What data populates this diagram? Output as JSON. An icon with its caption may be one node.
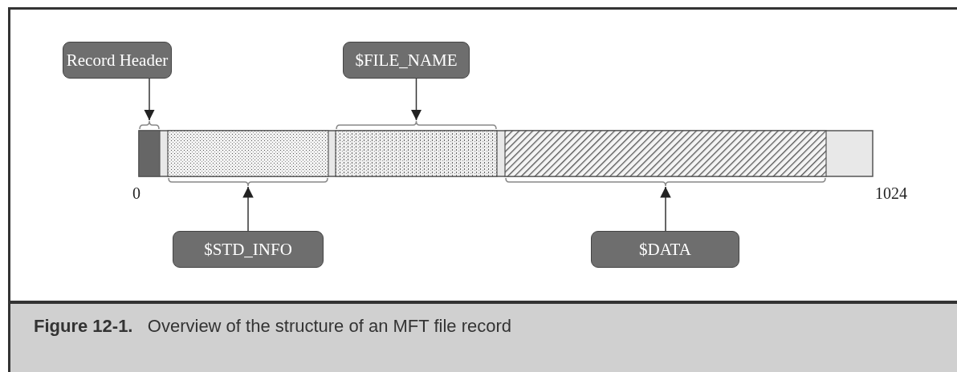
{
  "diagram": {
    "caption": "**Figure 12-1.**   Overview of the structure of an MFT file record",
    "nodes": [
      {
        "text": [
          "Record Header"
        ]
      },
      {
        "text": [
          "$FILE_NAME"
        ]
      },
      {
        "text": [],
        "shape": "bar"
      },
      {
        "text": [],
        "shape": "bar"
      },
      {
        "text": [],
        "shape": "bar"
      },
      {
        "text": [],
        "shape": "bar"
      },
      {
        "text": [
          "$STD_INFO"
        ]
      },
      {
        "text": [
          "$DATA"
        ]
      }
    ],
    "edges": [
      {
        "from": 0,
        "to": 2,
        "arrow": "to"
      },
      {
        "from": 1,
        "to": 4,
        "arrow": "to"
      },
      {
        "from": 6,
        "to": 3,
        "arrow": "to"
      },
      {
        "from": 7,
        "to": 5,
        "arrow": "to"
      }
    ],
    "labels": [
      "0",
      "1024"
    ]
  }
}
